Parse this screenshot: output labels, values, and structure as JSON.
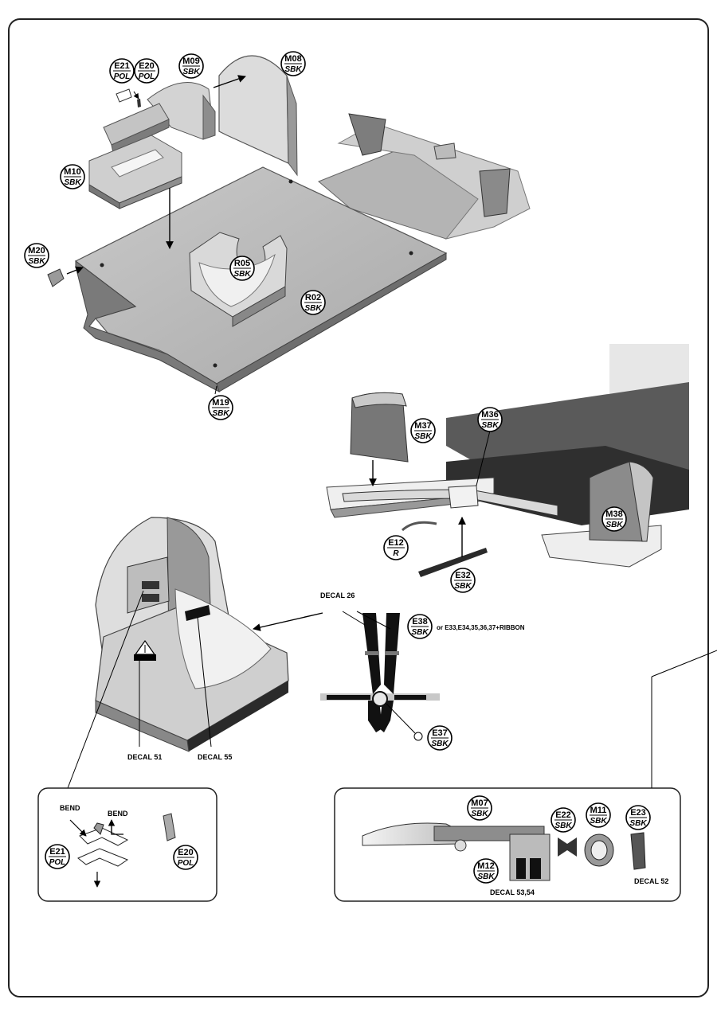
{
  "parts": [
    {
      "id": "e21a",
      "top": "E21",
      "bottom": "POL"
    },
    {
      "id": "e20a",
      "top": "E20",
      "bottom": "POL"
    },
    {
      "id": "m09",
      "top": "M09",
      "bottom": "SBK"
    },
    {
      "id": "m08",
      "top": "M08",
      "bottom": "SBK"
    },
    {
      "id": "m10",
      "top": "M10",
      "bottom": "SBK"
    },
    {
      "id": "m20",
      "top": "M20",
      "bottom": "SBK"
    },
    {
      "id": "r05",
      "top": "R05",
      "bottom": "SBK"
    },
    {
      "id": "r02",
      "top": "R02",
      "bottom": "SBK"
    },
    {
      "id": "m19",
      "top": "M19",
      "bottom": "SBK"
    },
    {
      "id": "m37",
      "top": "M37",
      "bottom": "SBK"
    },
    {
      "id": "m36",
      "top": "M36",
      "bottom": "SBK"
    },
    {
      "id": "m38",
      "top": "M38",
      "bottom": "SBK"
    },
    {
      "id": "e12",
      "top": "E12",
      "bottom": "R"
    },
    {
      "id": "e32",
      "top": "E32",
      "bottom": "SBK"
    },
    {
      "id": "e38",
      "top": "E38",
      "bottom": "SBK"
    },
    {
      "id": "e37",
      "top": "E37",
      "bottom": "SBK"
    },
    {
      "id": "e21b",
      "top": "E21",
      "bottom": "POL"
    },
    {
      "id": "e20b",
      "top": "E20",
      "bottom": "POL"
    },
    {
      "id": "m07",
      "top": "M07",
      "bottom": "SBK"
    },
    {
      "id": "e22",
      "top": "E22",
      "bottom": "SBK"
    },
    {
      "id": "m11",
      "top": "M11",
      "bottom": "SBK"
    },
    {
      "id": "e23",
      "top": "E23",
      "bottom": "SBK"
    },
    {
      "id": "m12",
      "top": "M12",
      "bottom": "SBK"
    }
  ],
  "labels": {
    "decal26": "DECAL 26",
    "e38_alt": "or E33,E34,35,36,37+RIBBON",
    "decal51": "DECAL 51",
    "decal55": "DECAL 55",
    "bend1": "BEND",
    "bend2": "BEND",
    "decal52": "DECAL 52",
    "decal5354": "DECAL 53,54"
  }
}
